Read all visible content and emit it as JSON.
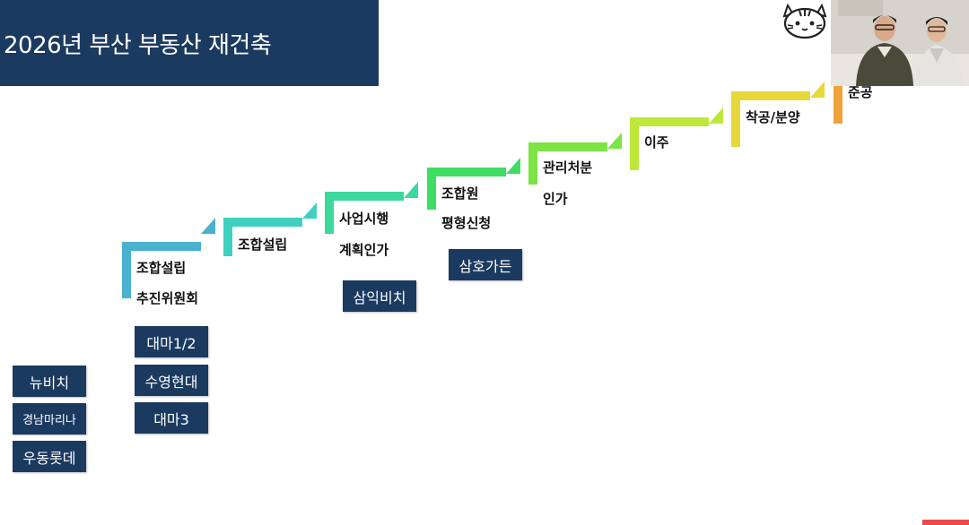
{
  "title": "2026년 부산 부동산 재건축",
  "steps": [
    {
      "line1": "조합설립",
      "line2": "추진위원회",
      "color": "#4ab1cf"
    },
    {
      "line1": "조합설립",
      "line2": "",
      "color": "#3fd0c0"
    },
    {
      "line1": "사업시행",
      "line2": "계획인가",
      "color": "#3cd99a"
    },
    {
      "line1": "조합원",
      "line2": "평형신청",
      "color": "#3fdd62"
    },
    {
      "line1": "관리처분",
      "line2": "인가",
      "color": "#7ee445"
    },
    {
      "line1": "이주",
      "line2": "",
      "color": "#bde83a"
    },
    {
      "line1": "착공/분양",
      "line2": "",
      "color": "#e6d83a"
    },
    {
      "line1": "준공",
      "line2": "",
      "color": "#f0a33a"
    }
  ],
  "tags": {
    "col0": [
      "뉴비치",
      "경남마리나",
      "우동롯데"
    ],
    "col1": [
      "대마1/2",
      "수영현대",
      "대마3"
    ],
    "col3": [
      "삼익비치"
    ],
    "col4": [
      "삼호가든"
    ]
  },
  "icons": {
    "mascot": "tiger-mascot-icon",
    "webcam": "webcam-overlay"
  }
}
